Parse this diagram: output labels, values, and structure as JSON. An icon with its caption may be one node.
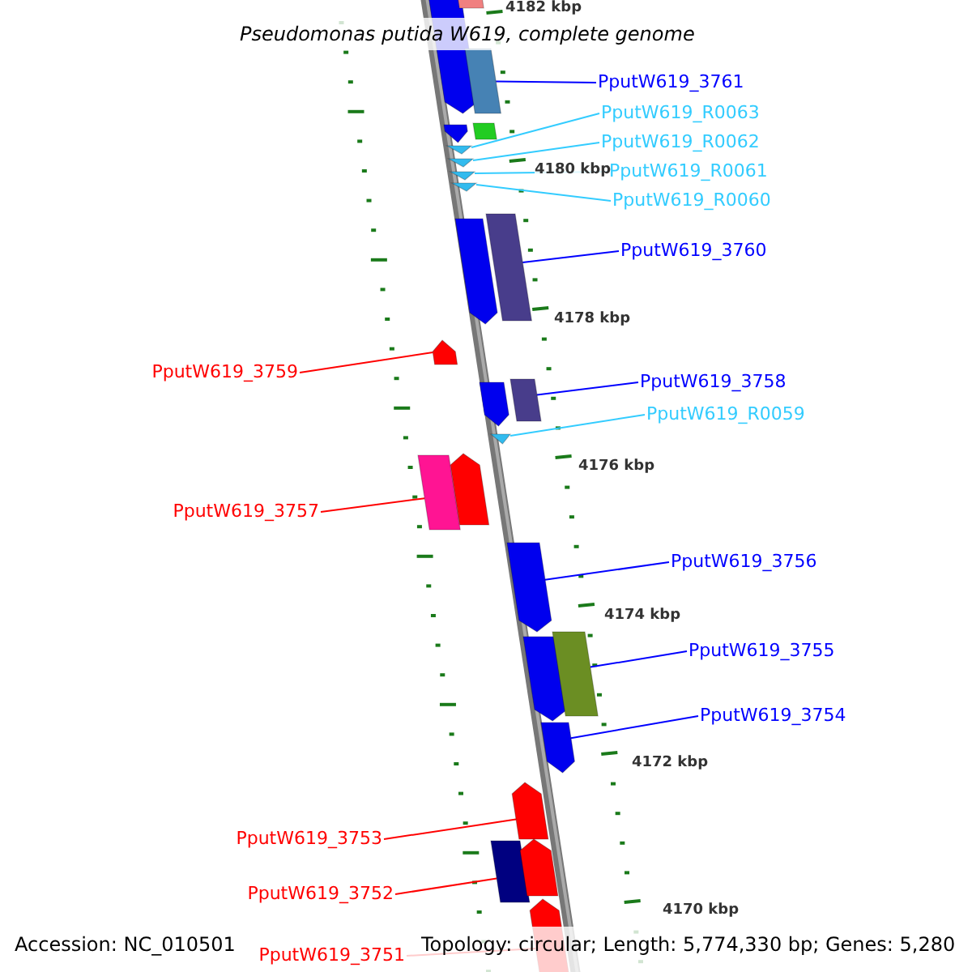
{
  "diagram": {
    "title": "Pseudomonas putida W619, complete genome",
    "nodes": [
      {
        "text": [
          "PputW619_3761"
        ]
      },
      {
        "text": [
          "PputW619_R0063"
        ]
      },
      {
        "text": [
          "PputW619_R0062"
        ]
      },
      {
        "text": [
          "PputW619_R0061"
        ]
      },
      {
        "text": [
          "PputW619_R0060"
        ]
      },
      {
        "text": [
          "PputW619_3760"
        ]
      },
      {
        "text": [
          "PputW619_3759"
        ]
      },
      {
        "text": [
          "PputW619_3758"
        ]
      },
      {
        "text": [
          "PputW619_R0059"
        ]
      },
      {
        "text": [
          "PputW619_3757"
        ]
      },
      {
        "text": [
          "PputW619_3756"
        ]
      },
      {
        "text": [
          "PputW619_3755"
        ]
      },
      {
        "text": [
          "PputW619_3754"
        ]
      },
      {
        "text": [
          "PputW619_3753"
        ]
      },
      {
        "text": [
          "PputW619_3752"
        ]
      },
      {
        "text": [
          "PputW619_3751"
        ]
      },
      {
        "text": [],
        "shape": "arrow"
      },
      {
        "text": [],
        "shape": "bar"
      },
      {
        "text": [],
        "shape": "bar"
      },
      {
        "text": [],
        "shape": "arrow"
      },
      {
        "text": [],
        "shape": "bar"
      },
      {
        "text": [],
        "shape": "triangle"
      },
      {
        "text": [],
        "shape": "triangle"
      },
      {
        "text": [],
        "shape": "triangle"
      },
      {
        "text": [],
        "shape": "triangle"
      },
      {
        "text": [],
        "shape": "arrow"
      },
      {
        "text": [],
        "shape": "bar"
      },
      {
        "text": [],
        "shape": "arrow"
      },
      {
        "text": [],
        "shape": "arrow"
      },
      {
        "text": [],
        "shape": "bar"
      },
      {
        "text": [],
        "shape": "triangle"
      },
      {
        "text": [],
        "shape": "bar"
      },
      {
        "text": [],
        "shape": "arrow"
      },
      {
        "text": [],
        "shape": "arrow"
      },
      {
        "text": [],
        "shape": "arrow"
      },
      {
        "text": [],
        "shape": "bar"
      },
      {
        "text": [],
        "shape": "arrow"
      },
      {
        "text": [],
        "shape": "arrow"
      },
      {
        "text": [],
        "shape": "bar"
      },
      {
        "text": [],
        "shape": "arrow"
      },
      {
        "text": [],
        "shape": "arrow"
      }
    ],
    "edges": [
      {
        "from": 0,
        "to": 18,
        "arrow": "none"
      },
      {
        "from": 1,
        "to": 21,
        "arrow": "none",
        "color": "#33ccff"
      },
      {
        "from": 2,
        "to": 22,
        "arrow": "none",
        "color": "#33ccff"
      },
      {
        "from": 3,
        "to": 23,
        "arrow": "none",
        "color": "#33ccff"
      },
      {
        "from": 4,
        "to": 24,
        "arrow": "none",
        "color": "#33ccff"
      },
      {
        "from": 5,
        "to": 26,
        "arrow": "none"
      },
      {
        "from": 6,
        "to": 27,
        "arrow": "none",
        "color": "#ff0000"
      },
      {
        "from": 7,
        "to": 29,
        "arrow": "none"
      },
      {
        "from": 8,
        "to": 30,
        "arrow": "none",
        "color": "#33ccff"
      },
      {
        "from": 9,
        "to": 31,
        "arrow": "none",
        "color": "#ff0000"
      },
      {
        "from": 10,
        "to": 33,
        "arrow": "none"
      },
      {
        "from": 11,
        "to": 35,
        "arrow": "none"
      },
      {
        "from": 12,
        "to": 36,
        "arrow": "none"
      },
      {
        "from": 13,
        "to": 37,
        "arrow": "none",
        "color": "#ff0000"
      },
      {
        "from": 14,
        "to": 38,
        "arrow": "none",
        "color": "#ff0000"
      },
      {
        "from": 15,
        "to": 40,
        "arrow": "none",
        "color": "#ff0000"
      }
    ],
    "labels": [
      "4182 kbp",
      "4180 kbp",
      "4178 kbp",
      "4176 kbp",
      "4174 kbp",
      "4172 kbp",
      "4170 kbp",
      "Accession: NC_010501",
      "Topology: circular; Length: 5,774,330 bp; Genes: 5,280"
    ]
  }
}
